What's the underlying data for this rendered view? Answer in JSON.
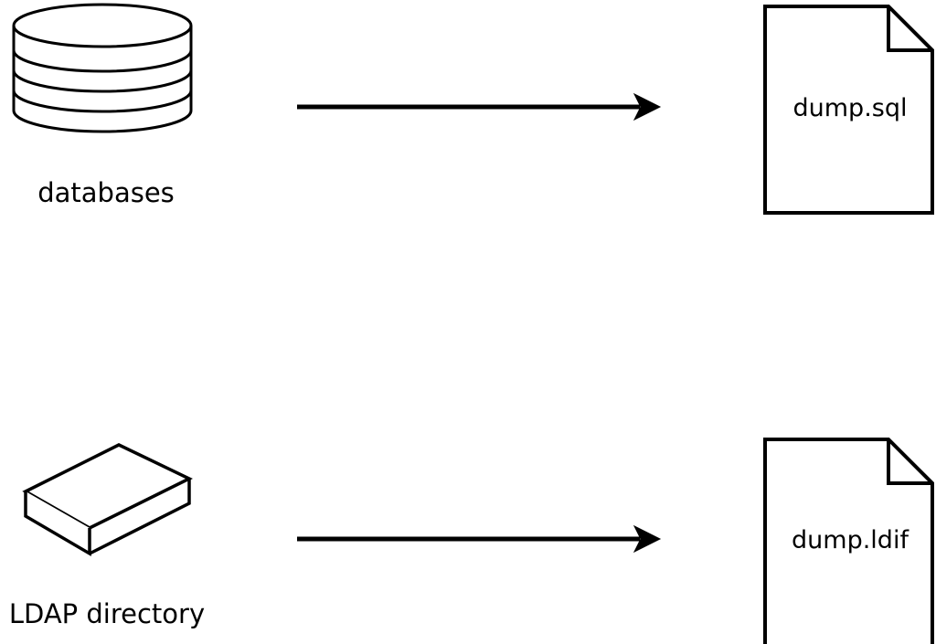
{
  "diagram": {
    "background": "#ffffff",
    "stroke_color": "#000000",
    "rows": [
      {
        "source": {
          "icon": "database-cylinder-icon",
          "label": "databases"
        },
        "arrow": "right-arrow-icon",
        "output": {
          "icon": "document-icon",
          "label": "dump.sql"
        }
      },
      {
        "source": {
          "icon": "box-3d-icon",
          "label": "LDAP directory"
        },
        "arrow": "right-arrow-icon",
        "output": {
          "icon": "document-icon",
          "label": "dump.ldif"
        }
      }
    ]
  }
}
